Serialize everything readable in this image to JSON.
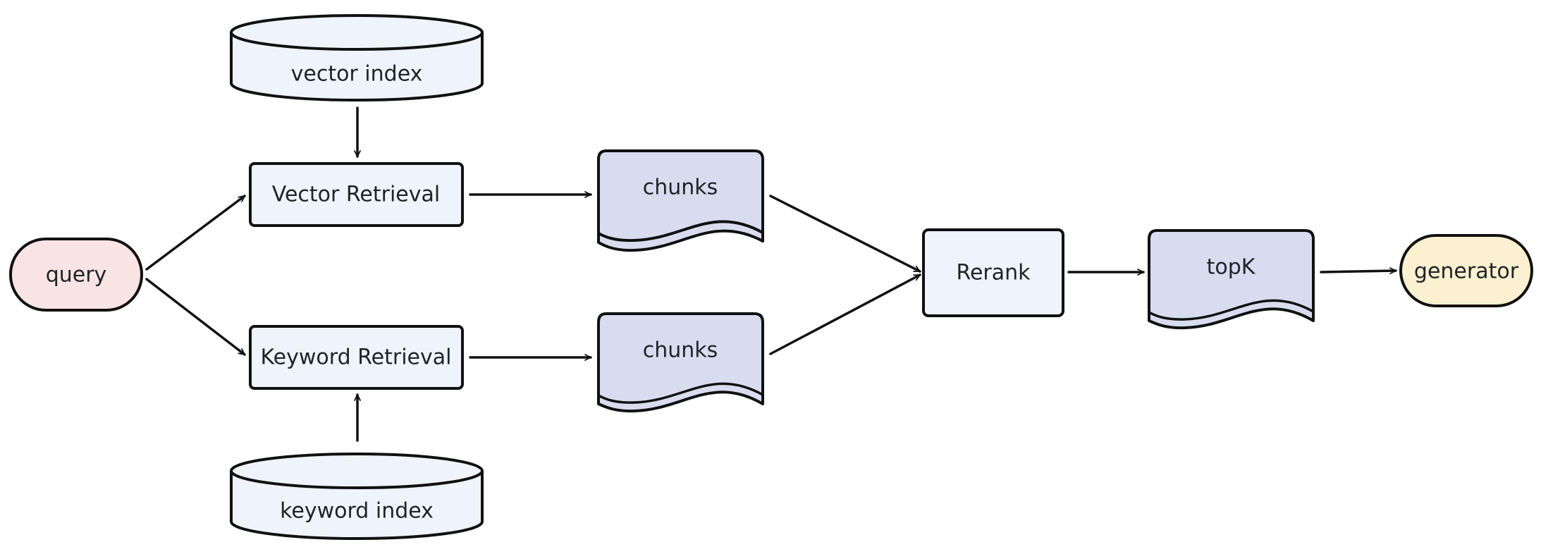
{
  "nodes": {
    "query": "query",
    "vector_index": "vector index",
    "keyword_index": "keyword index",
    "vector_retrieval": "Vector Retrieval",
    "keyword_retrieval": "Keyword Retrieval",
    "chunks_top": "chunks",
    "chunks_bottom": "chunks",
    "rerank": "Rerank",
    "topk": "topK",
    "generator": "generator"
  },
  "colors": {
    "query_fill": "#f8e4e4",
    "box_fill": "#eff3fb",
    "document_fill": "#d9dcef",
    "generator_fill": "#fbf0cf",
    "stroke": "#111111"
  },
  "edges": [
    {
      "from": "vector_index",
      "to": "vector_retrieval"
    },
    {
      "from": "keyword_index",
      "to": "keyword_retrieval"
    },
    {
      "from": "query",
      "to": "vector_retrieval"
    },
    {
      "from": "query",
      "to": "keyword_retrieval"
    },
    {
      "from": "vector_retrieval",
      "to": "chunks_top"
    },
    {
      "from": "keyword_retrieval",
      "to": "chunks_bottom"
    },
    {
      "from": "chunks_top",
      "to": "rerank"
    },
    {
      "from": "chunks_bottom",
      "to": "rerank"
    },
    {
      "from": "rerank",
      "to": "topk"
    },
    {
      "from": "topk",
      "to": "generator"
    }
  ]
}
